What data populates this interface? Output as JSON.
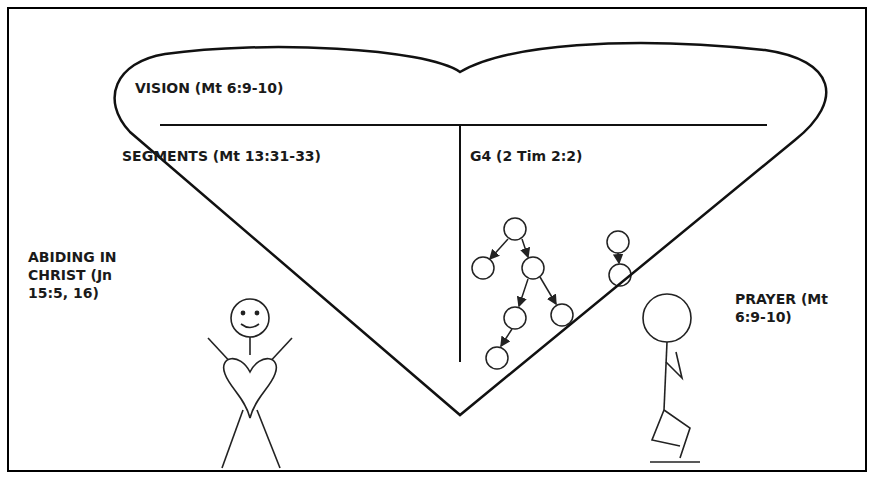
{
  "diagram": {
    "nodes": [
      {
        "text": [
          "VISION (Mt 6:9-10)"
        ]
      },
      {
        "text": [
          "SEGMENTS (Mt 13:31-33)"
        ],
        "in": 0
      },
      {
        "text": [
          "G4 (2 Tim 2:2)"
        ],
        "in": 0
      }
    ],
    "labels": [
      "ABIDING IN CHRIST (Jn 15:5, 16)",
      "PRAYER (Mt 6:9-10)"
    ]
  }
}
